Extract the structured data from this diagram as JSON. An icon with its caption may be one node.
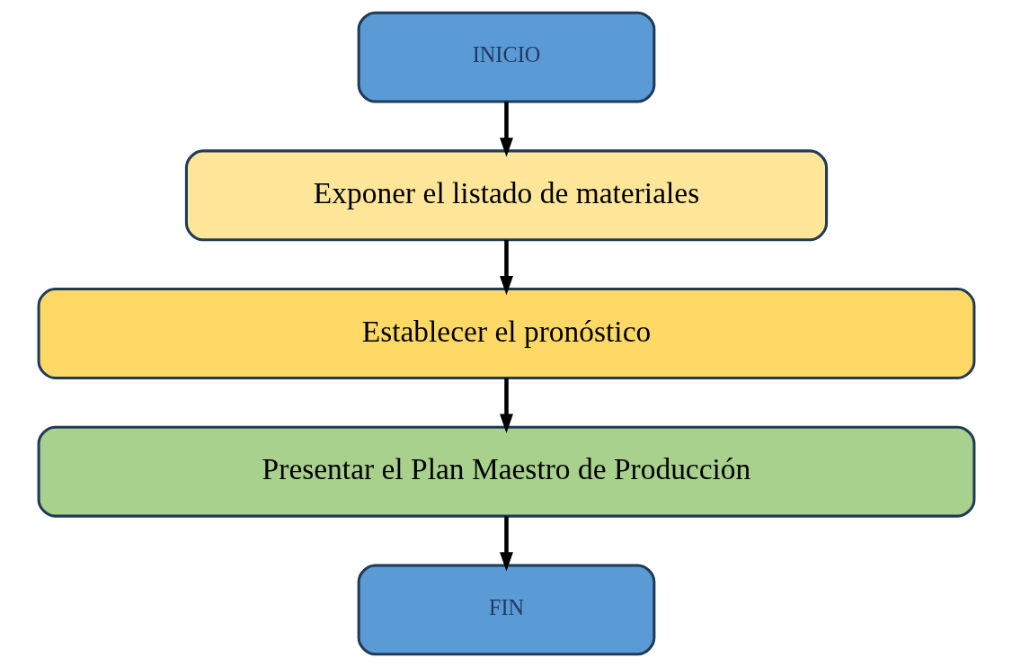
{
  "diagram": {
    "nodes": [
      {
        "text": [
          "INICIO"
        ]
      },
      {
        "text": [
          "Exponer el listado de materiales"
        ]
      },
      {
        "text": [
          "Establecer el pronóstico"
        ]
      },
      {
        "text": [
          "Presentar el Plan Maestro de Producción"
        ]
      },
      {
        "text": [
          "FIN"
        ]
      }
    ],
    "edges": [
      {
        "from": 0,
        "to": 1,
        "arrow": "to"
      },
      {
        "from": 1,
        "to": 2,
        "arrow": "to"
      },
      {
        "from": 2,
        "to": 3,
        "arrow": "to"
      },
      {
        "from": 3,
        "to": 4,
        "arrow": "to"
      }
    ]
  }
}
